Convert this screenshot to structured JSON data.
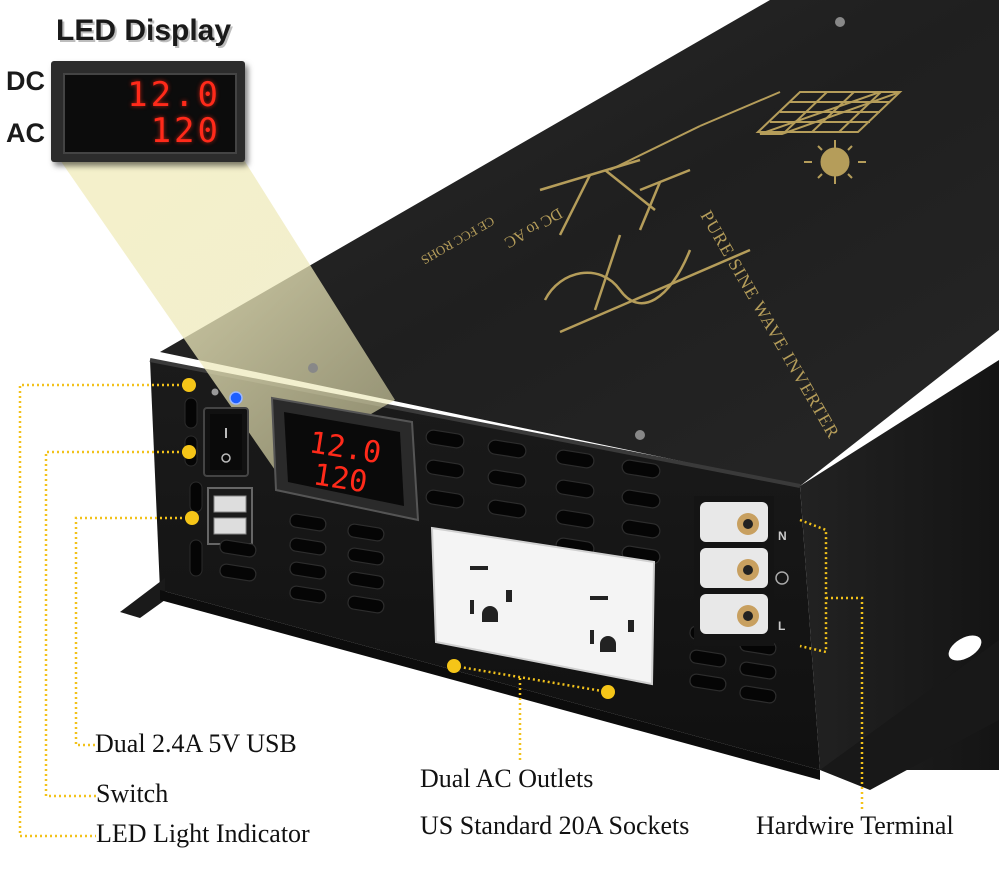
{
  "callouts": {
    "led_display": "LED Display",
    "dc_label": "DC",
    "ac_label": "AC",
    "dc_reading": "12.0",
    "ac_reading": "120"
  },
  "features": {
    "usb": "Dual 2.4A 5V USB",
    "switch": "Switch",
    "led_indicator": "LED Light Indicator",
    "ac_outlets_line1": "Dual AC Outlets",
    "ac_outlets_line2": "US Standard 20A Sockets",
    "hardwire": "Hardwire Terminal"
  },
  "device": {
    "top_text": "PURE SINE WAVE INVERTER",
    "top_subtext": "DC to AC",
    "top_cert": "CE FCC ROHS",
    "panel_dc_reading": "12.0",
    "panel_ac_reading": "120",
    "terminal_n": "N",
    "terminal_l": "L"
  },
  "colors": {
    "callout_line": "#f2c21b",
    "body": "#1d1d1d",
    "top_print": "#b59d5a",
    "led_red": "#ff2a1a"
  }
}
